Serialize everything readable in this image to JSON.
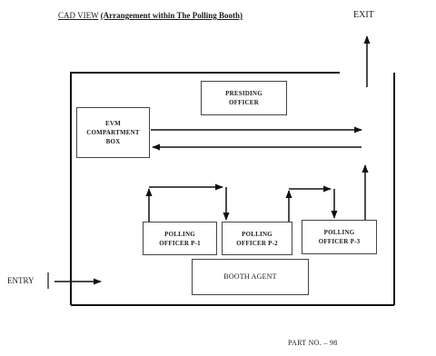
{
  "title": {
    "view": "CAD VIEW",
    "description": "(Arrangement within The Polling Booth)"
  },
  "labels": {
    "exit": "EXIT",
    "entry": "ENTRY",
    "part_no": "PART NO. – 98"
  },
  "boxes": {
    "presiding_officer": "PRESIDING\nOFFICER",
    "evm_compartment": "EVM\nCOMPARTMENT\nBOX",
    "polling_officer_1": "POLLING\nOFFICER P-1",
    "polling_officer_2": "POLLING\nOFFICER P-2",
    "polling_officer_3": "POLLING\nOFFICER P-3",
    "booth_agent": "BOOTH AGENT"
  }
}
